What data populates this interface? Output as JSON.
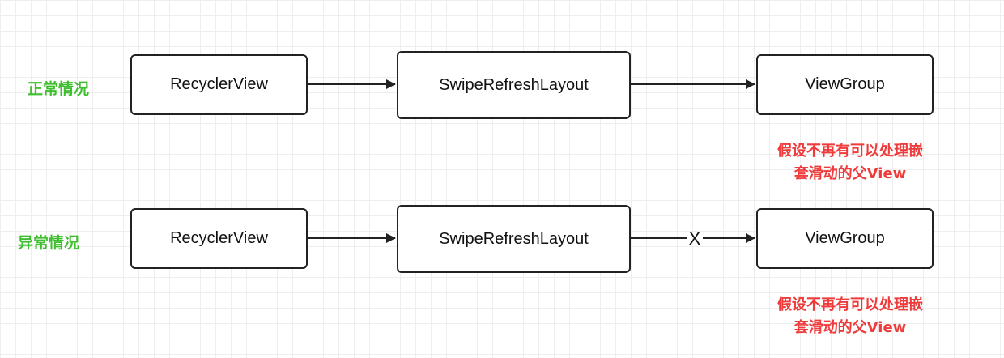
{
  "colors": {
    "label": "#3fbf2f",
    "note": "#ef3b3b",
    "stroke": "#222222"
  },
  "rows": [
    {
      "label": "正常情况",
      "nodes": [
        "RecyclerView",
        "SwipeRefreshLayout",
        "ViewGroup"
      ],
      "edges": [
        {
          "from": "RecyclerView",
          "to": "SwipeRefreshLayout",
          "label": ""
        },
        {
          "from": "SwipeRefreshLayout",
          "to": "ViewGroup",
          "label": ""
        }
      ],
      "note": {
        "line1": "假设不再有可以处理嵌",
        "line2": "套滑动的父View"
      }
    },
    {
      "label": "异常情况",
      "nodes": [
        "RecyclerView",
        "SwipeRefreshLayout",
        "ViewGroup"
      ],
      "edges": [
        {
          "from": "RecyclerView",
          "to": "SwipeRefreshLayout",
          "label": ""
        },
        {
          "from": "SwipeRefreshLayout",
          "to": "ViewGroup",
          "label": "X"
        }
      ],
      "note": {
        "line1": "假设不再有可以处理嵌",
        "line2": "套滑动的父View"
      }
    }
  ]
}
